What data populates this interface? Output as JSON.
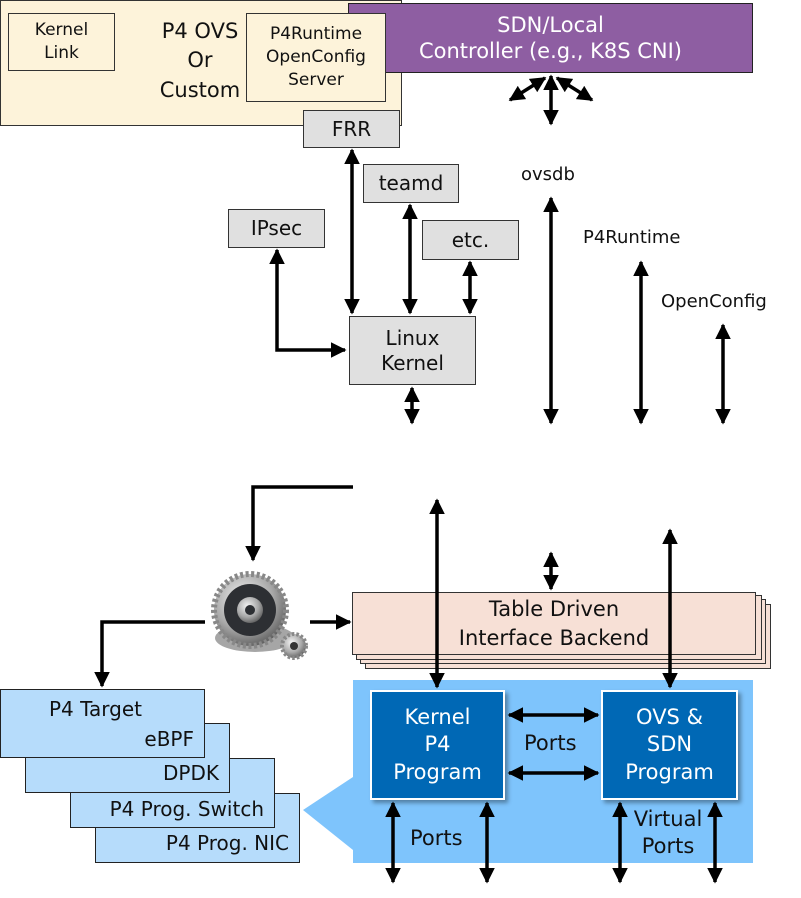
{
  "controller": {
    "line1": "SDN/Local",
    "line2": "Controller (e.g., K8S CNI)",
    "color": "#8e5ea2"
  },
  "apps": {
    "frr": "FRR",
    "teamd": "teamd",
    "ipsec": "IPsec",
    "etc": "etc.",
    "linux_kernel": {
      "line1": "Linux",
      "line2": "Kernel"
    }
  },
  "interfaces": {
    "ovsdb": "ovsdb",
    "p4runtime": "P4Runtime",
    "openconfig": "OpenConfig"
  },
  "p4ovs": {
    "kernel_link": {
      "line1": "Kernel",
      "line2": "Link"
    },
    "title": {
      "line1": "P4 OVS",
      "line2": "Or",
      "line3": "Custom"
    },
    "server": {
      "line1": "P4Runtime",
      "line2": "OpenConfig",
      "line3": "Server"
    },
    "color": "#fdf3da"
  },
  "backend": {
    "line1": "Table Driven",
    "line2": "Interface Backend",
    "color": "#f7e0d6"
  },
  "gear": {
    "icon": "gears-icon"
  },
  "programs": {
    "kernel_p4": {
      "line1": "Kernel",
      "line2": "P4",
      "line3": "Program"
    },
    "ovs_sdn": {
      "line1": "OVS &",
      "line2": "SDN",
      "line3": "Program"
    },
    "between_ports": "Ports",
    "bottom_ports": "Ports",
    "virtual_ports": {
      "line1": "Virtual",
      "line2": "Ports"
    },
    "color": "#0068b5",
    "area_color": "#7ec4fc"
  },
  "targets": {
    "title": "P4 Target",
    "items": [
      "eBPF",
      "DPDK",
      "P4 Prog. Switch",
      "P4 Prog. NIC"
    ],
    "color": "#b6dcfb"
  }
}
